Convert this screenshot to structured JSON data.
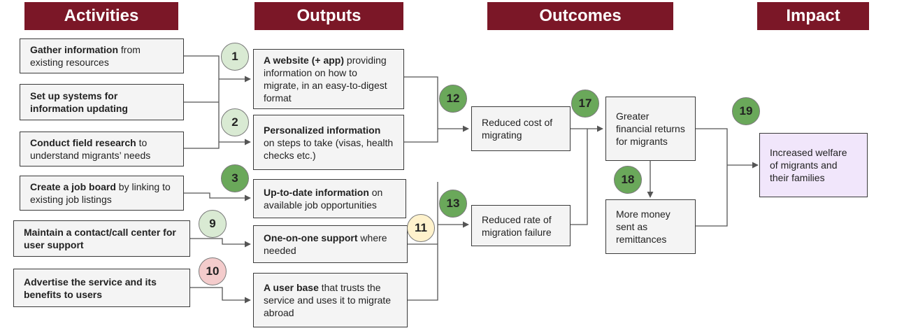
{
  "headers": {
    "activities": "Activities",
    "outputs": "Outputs",
    "outcomes": "Outcomes",
    "impact": "Impact"
  },
  "activities": {
    "gather": {
      "bold": "Gather information",
      "rest": " from existing resources"
    },
    "systems": {
      "bold": "Set up systems for information updating",
      "rest": ""
    },
    "field": {
      "bold": "Conduct field research",
      "rest": " to understand migrants’ needs"
    },
    "jobboard": {
      "bold": "Create a job board",
      "rest": " by linking to existing job listings"
    },
    "contact": {
      "bold": "Maintain a contact/call center for user support",
      "rest": ""
    },
    "advertise": {
      "bold": "Advertise the service and its benefits to users",
      "rest": ""
    }
  },
  "outputs": {
    "website": {
      "bold": "A website (+ app)",
      "rest": " providing information on how to migrate, in an easy-to-digest format"
    },
    "personalized": {
      "bold": "Personalized information",
      "rest": " on steps to take (visas, health checks etc.)"
    },
    "uptodate": {
      "bold": "Up-to-date information",
      "rest": " on available job opportunities"
    },
    "oneonone": {
      "bold": "One-on-one support",
      "rest": " where needed"
    },
    "userbase": {
      "bold": "A user base",
      "rest": " that trusts the service and uses it to migrate abroad"
    }
  },
  "outcomes": {
    "cost": "Reduced cost of migrating",
    "failure": "Reduced rate of migration failure",
    "returns": "Greater financial returns for migrants",
    "remit": "More money sent as remittances"
  },
  "impact": {
    "welfare": "Increased welfare of migrants and their families"
  },
  "markers": {
    "m1": "1",
    "m2": "2",
    "m3": "3",
    "m9": "9",
    "m10": "10",
    "m11": "11",
    "m12": "12",
    "m13": "13",
    "m17": "17",
    "m18": "18",
    "m19": "19"
  },
  "colors": {
    "header_bg": "#7b1727",
    "marker_light_green": "#d9ead3",
    "marker_dark_green": "#6aa85a",
    "marker_yellow": "#fff2cc",
    "marker_pink": "#f4cccc",
    "impact_bg": "#f1e6fb"
  }
}
